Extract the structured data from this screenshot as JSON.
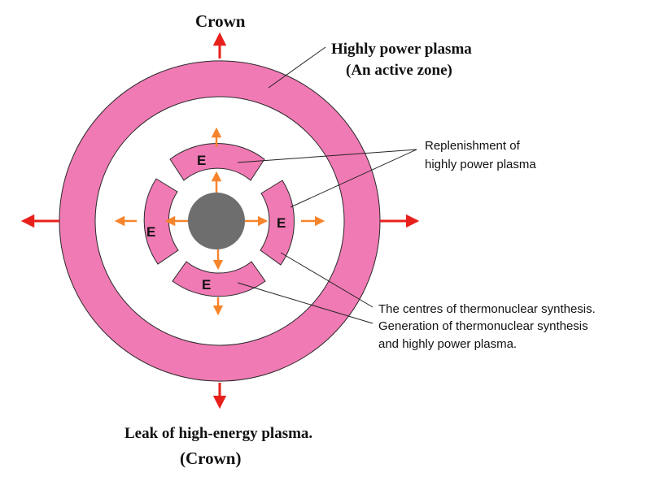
{
  "labels": {
    "top_crown": "Crown",
    "ring_line1": "Highly power plasma",
    "ring_line2": "(An active zone)",
    "replenish_line1": "Replenishment of",
    "replenish_line2": "highly power plasma",
    "centres_line1": "The centres of thermonuclear synthesis.",
    "centres_line2": "Generation of thermonuclear synthesis",
    "centres_line3": "and highly power plasma.",
    "bottom_line1": "Leak of high-energy plasma.",
    "bottom_line2": "(Crown)"
  },
  "segments": {
    "top": "E",
    "left": "E",
    "right": "E",
    "bottom": "E"
  },
  "colors": {
    "plasma": "#f07ab4",
    "outline": "#2a2a2a",
    "core": "#6e6e6e",
    "outer_arrow": "#e8201c",
    "inner_arrow": "#f6842c"
  }
}
